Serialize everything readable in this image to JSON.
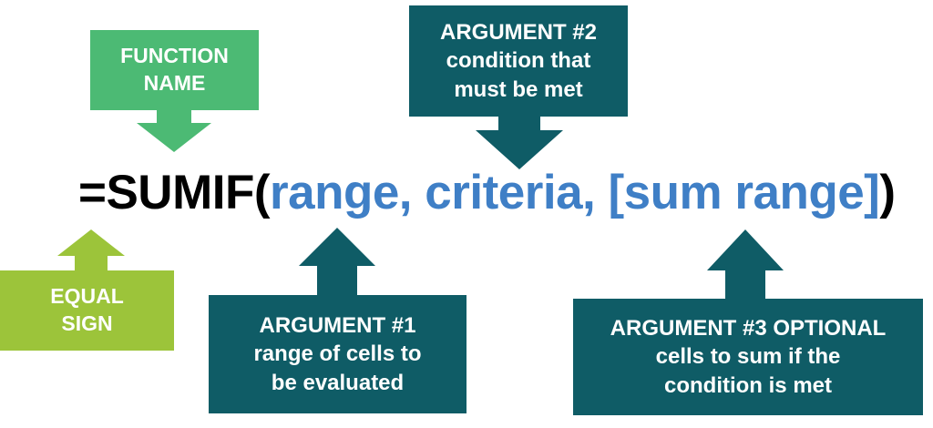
{
  "colors": {
    "function_box": "#4cba74",
    "equal_box": "#9cc43a",
    "argument_box": "#0f5c66",
    "formula_black": "#000000",
    "formula_blue": "#3f7fc6"
  },
  "formula": {
    "prefix": "=SUMIF(",
    "arg1": "range,",
    "arg2": " criteria,",
    "arg3": " [sum range]",
    "suffix": ")"
  },
  "labels": {
    "function_name": [
      "FUNCTION",
      "NAME"
    ],
    "equal_sign": [
      "EQUAL",
      "SIGN"
    ],
    "argument2": [
      "ARGUMENT #2",
      "condition that",
      "must be met"
    ],
    "argument1": [
      "ARGUMENT #1",
      "range of cells to",
      "be evaluated"
    ],
    "argument3": [
      "ARGUMENT #3 OPTIONAL",
      "cells to sum if the",
      "condition is met"
    ]
  }
}
